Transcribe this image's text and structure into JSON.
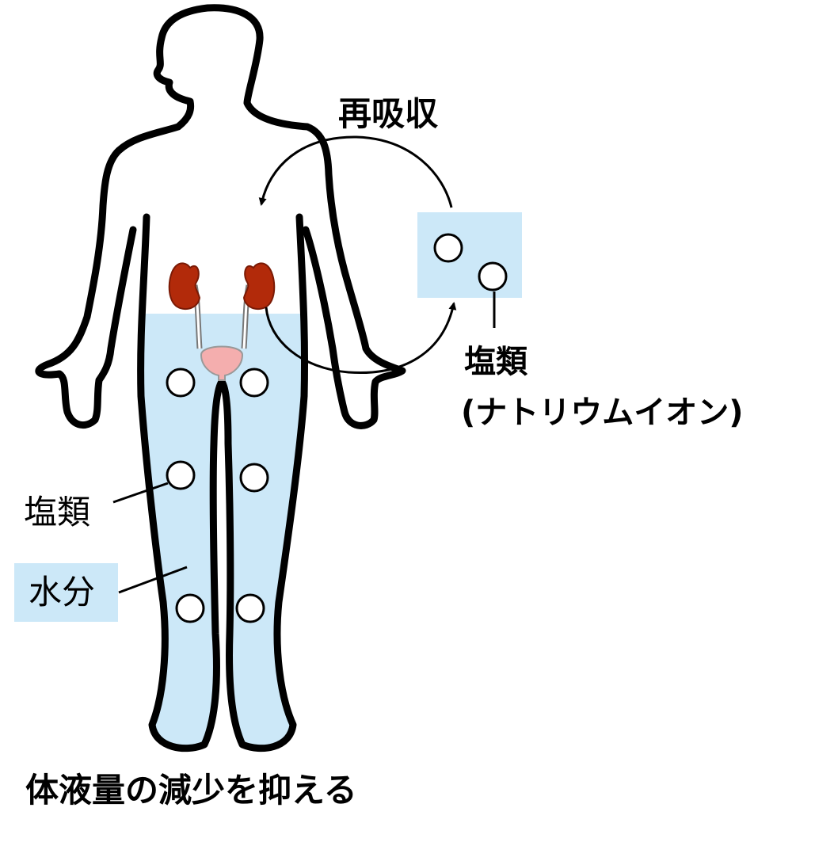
{
  "labels": {
    "reabsorption": "再吸収",
    "salt_right": "塩類",
    "sodium_ion": "(ナトリウムイオン)",
    "salt_left": "塩類",
    "water": "水分",
    "caption": "体液量の減少を抑える"
  },
  "colors": {
    "fluid": "#cce8f8",
    "kidney": "#b22a0a",
    "bladder": "#f4aeae",
    "outline": "#000000"
  }
}
